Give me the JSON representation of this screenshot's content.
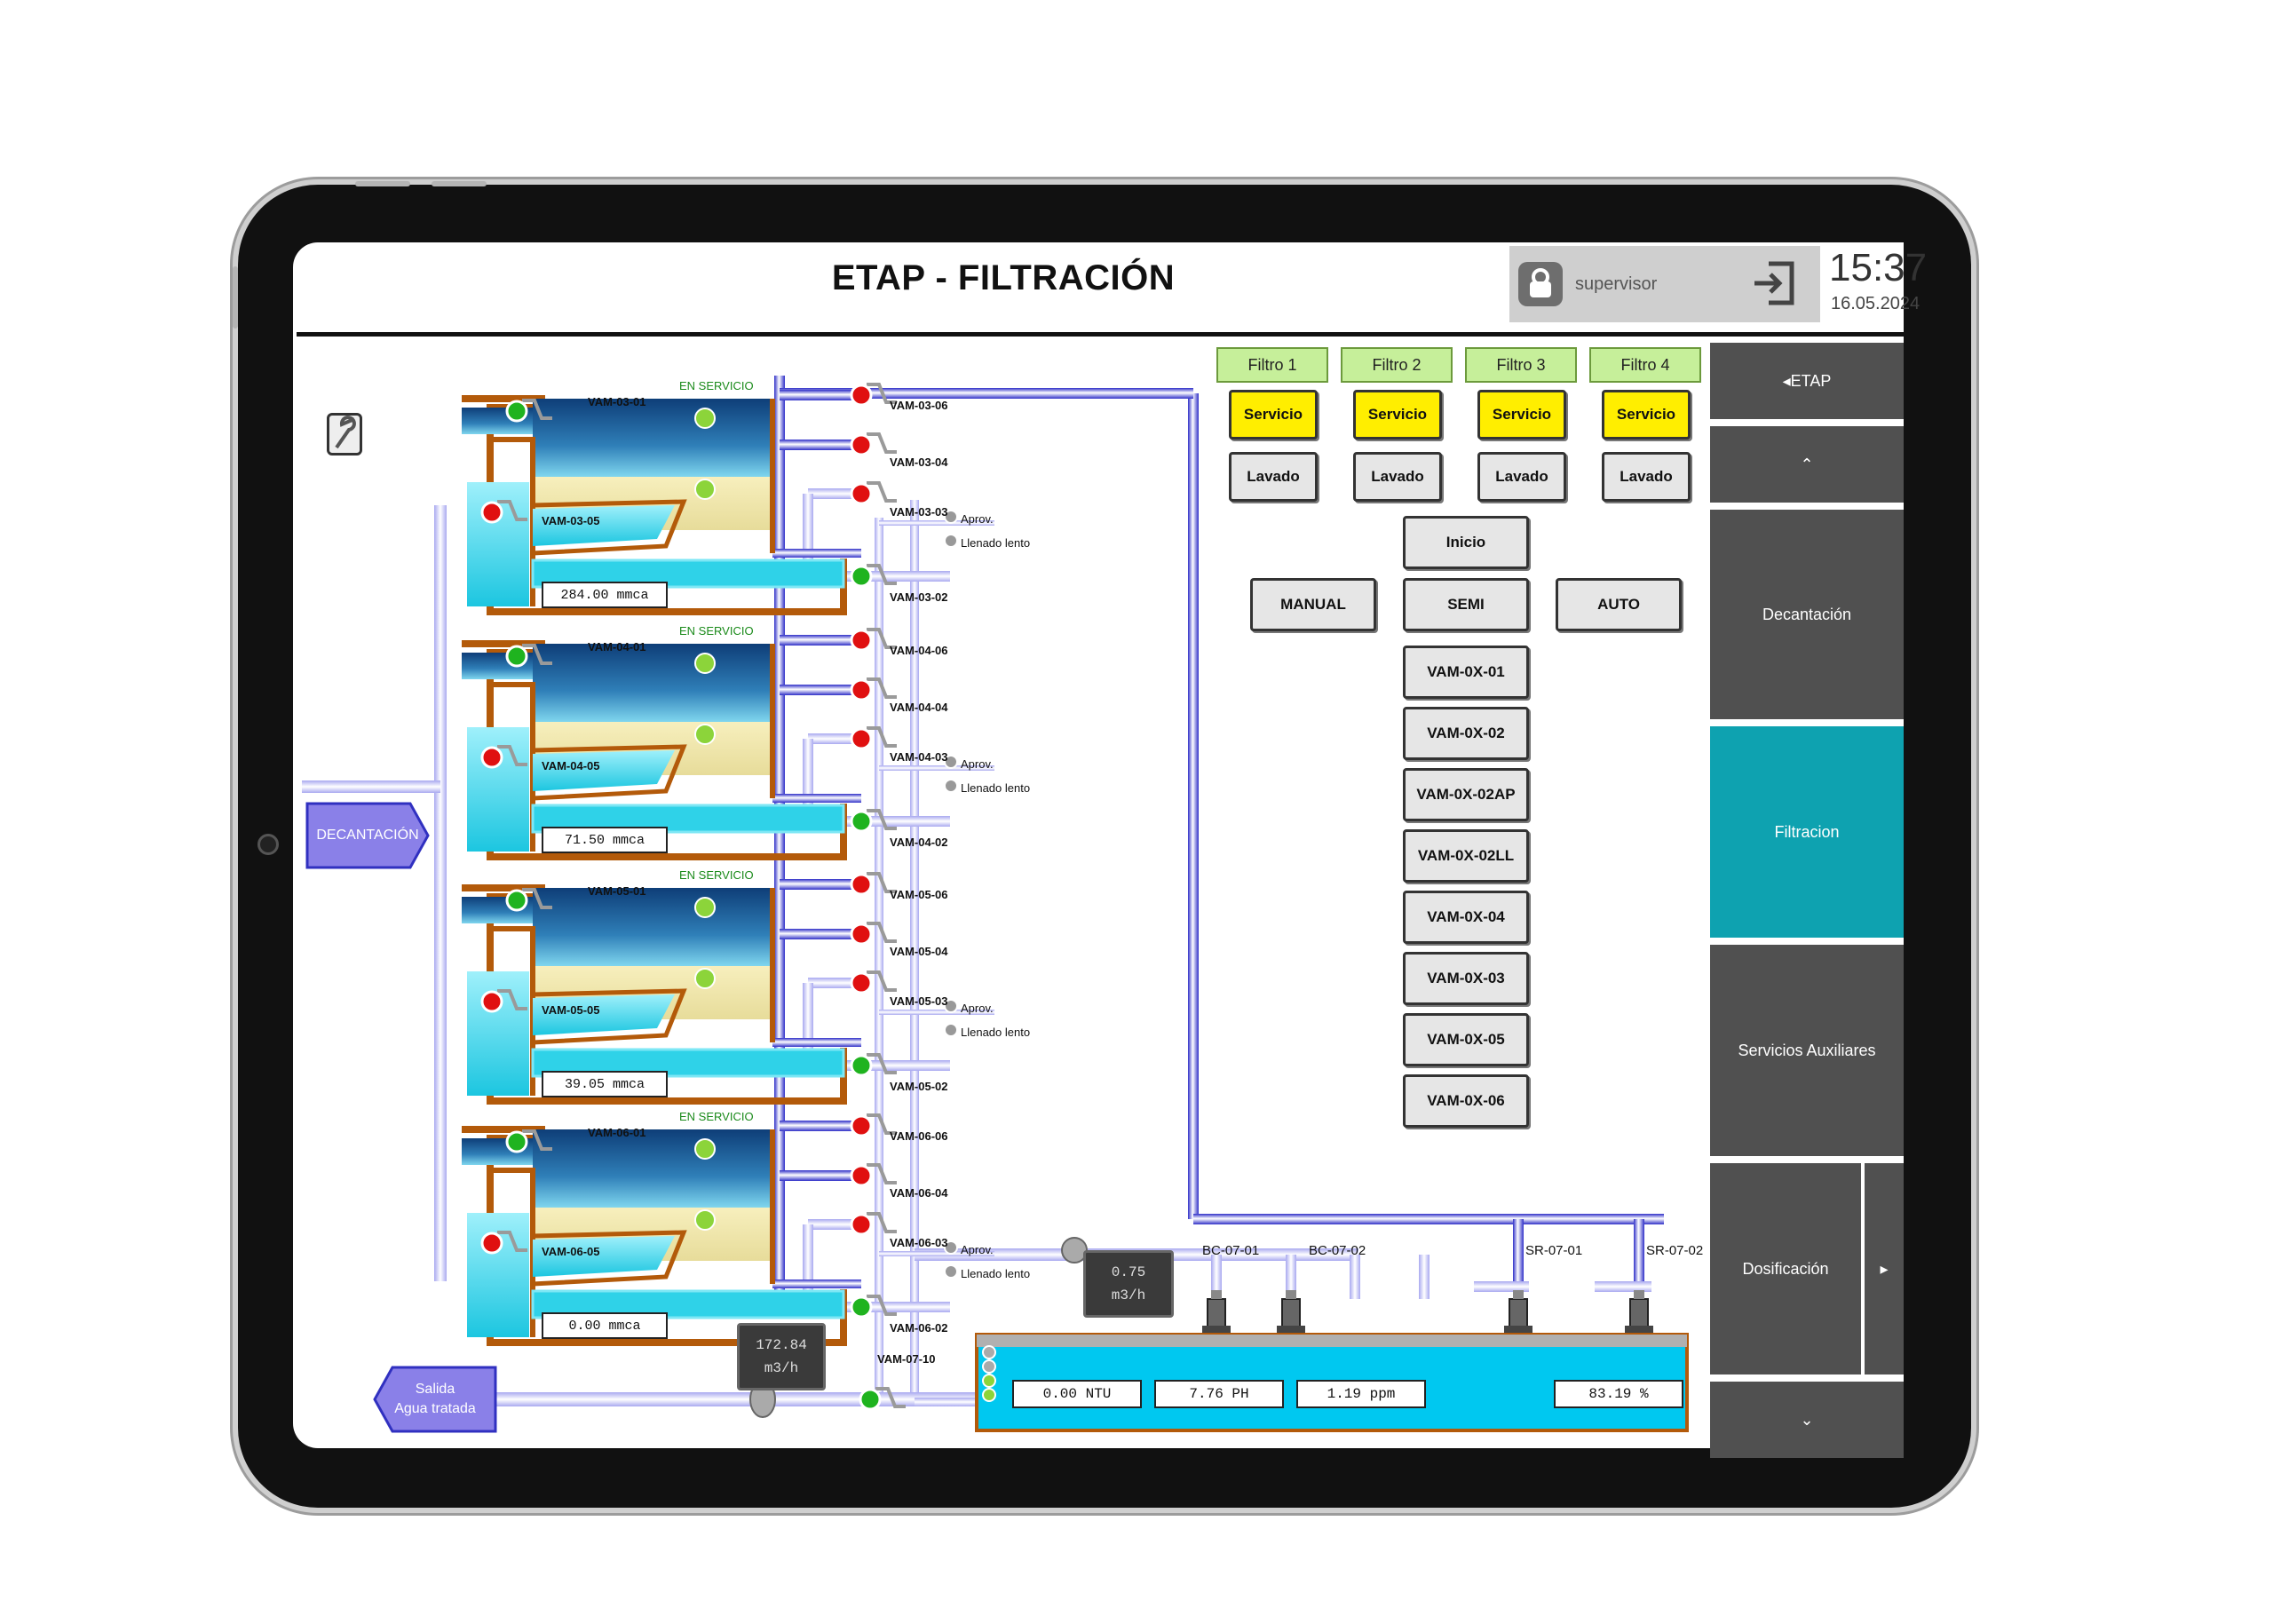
{
  "header": {
    "title": "ETAP - FILTRACIÓN",
    "user": "supervisor",
    "time": "15:37",
    "date": "16.05.2024"
  },
  "nav": {
    "items": [
      {
        "label": "ETAP",
        "icon": "chevron-left-icon"
      },
      {
        "label": "",
        "icon": "chevron-up-icon"
      },
      {
        "label": "Decantación"
      },
      {
        "label": "Filtracion",
        "active": true
      },
      {
        "label": "Servicios Auxiliares"
      },
      {
        "label": "Dosificación"
      },
      {
        "label": "",
        "icon": "chevron-right-icon"
      },
      {
        "label": "",
        "icon": "chevron-down-icon"
      }
    ]
  },
  "filters": {
    "tabs": [
      "Filtro 1",
      "Filtro 2",
      "Filtro 3",
      "Filtro 4"
    ],
    "service_label": "Servicio",
    "wash_label": "Lavado"
  },
  "controls": {
    "inicio": "Inicio",
    "manual": "MANUAL",
    "semi": "SEMI",
    "auto": "AUTO",
    "valves": [
      "VAM-0X-01",
      "VAM-0X-02",
      "VAM-0X-02AP",
      "VAM-0X-02LL",
      "VAM-0X-04",
      "VAM-0X-03",
      "VAM-0X-05",
      "VAM-0X-06"
    ]
  },
  "filter_units": [
    {
      "status": "EN SERVICIO",
      "v01": "VAM-03-01",
      "v05": "VAM-03-05",
      "v06": "VAM-03-06",
      "v04": "VAM-03-04",
      "v03": "VAM-03-03",
      "v02": "VAM-03-02",
      "level": "284.00 mmca"
    },
    {
      "status": "EN SERVICIO",
      "v01": "VAM-04-01",
      "v05": "VAM-04-05",
      "v06": "VAM-04-06",
      "v04": "VAM-04-04",
      "v03": "VAM-04-03",
      "v02": "VAM-04-02",
      "level": "71.50 mmca"
    },
    {
      "status": "EN SERVICIO",
      "v01": "VAM-05-01",
      "v05": "VAM-05-05",
      "v06": "VAM-05-06",
      "v04": "VAM-05-04",
      "v03": "VAM-05-03",
      "v02": "VAM-05-02",
      "level": "39.05 mmca"
    },
    {
      "status": "EN SERVICIO",
      "v01": "VAM-06-01",
      "v05": "VAM-06-05",
      "v06": "VAM-06-06",
      "v04": "VAM-06-04",
      "v03": "VAM-06-03",
      "v02": "VAM-06-02",
      "level": "0.00 mmca"
    }
  ],
  "aprov_label": "Aprov.",
  "llenado_label": "Llenado lento",
  "decantacion_tag": "DECANTACIÓN",
  "salida_tag": [
    "Salida",
    "Agua tratada"
  ],
  "flow_out": {
    "value": "172.84",
    "unit": "m3/h"
  },
  "flow_wash": {
    "value": "0.75",
    "unit": "m3/h"
  },
  "valve_out": "VAM-07-10",
  "pumps": [
    "BC-07-01",
    "BC-07-02",
    "SR-07-01",
    "SR-07-02"
  ],
  "tank_readings": {
    "ntu": "0.00 NTU",
    "ph": "7.76 PH",
    "ppm": "1.19 ppm",
    "pct": "83.19 %"
  },
  "colors": {
    "accent": "#0ea2b0",
    "nav": "#505050",
    "pipe": "#3b3bd6",
    "tank_border": "#b35a0a",
    "water": "#2fd2e8",
    "valve_open": "#1fb31f",
    "valve_closed": "#e01010"
  }
}
